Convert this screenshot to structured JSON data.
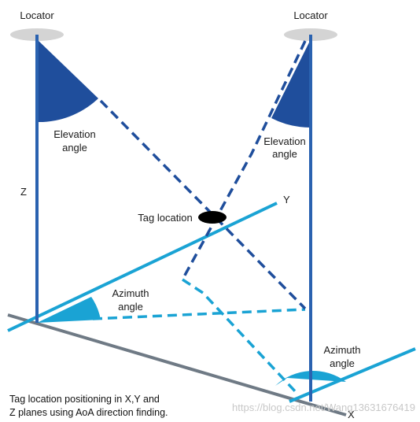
{
  "labels": {
    "locator_left": "Locator",
    "locator_right": "Locator",
    "elevation_left_line1": "Elevation",
    "elevation_left_line2": "angle",
    "elevation_right_line1": "Elevation",
    "elevation_right_line2": "angle",
    "azimuth_left_line1": "Azimuth",
    "azimuth_left_line2": "angle",
    "azimuth_right_line1": "Azimuth",
    "azimuth_right_line2": "angle",
    "tag_location": "Tag location",
    "axis_x": "X",
    "axis_y": "Y",
    "axis_z": "Z"
  },
  "caption": {
    "line1": "Tag location positioning in X,Y and",
    "line2": "Z planes using AoA direction finding."
  },
  "watermark": "https://blog.csdn.net/Wang13631676419",
  "colors": {
    "dark_blue": "#1f4e9c",
    "medium_blue": "#2a62b0",
    "light_blue": "#1aa3d4",
    "gray_axis": "#6f7a85",
    "locator_disc": "#d4d4d4",
    "tag": "#000000"
  }
}
